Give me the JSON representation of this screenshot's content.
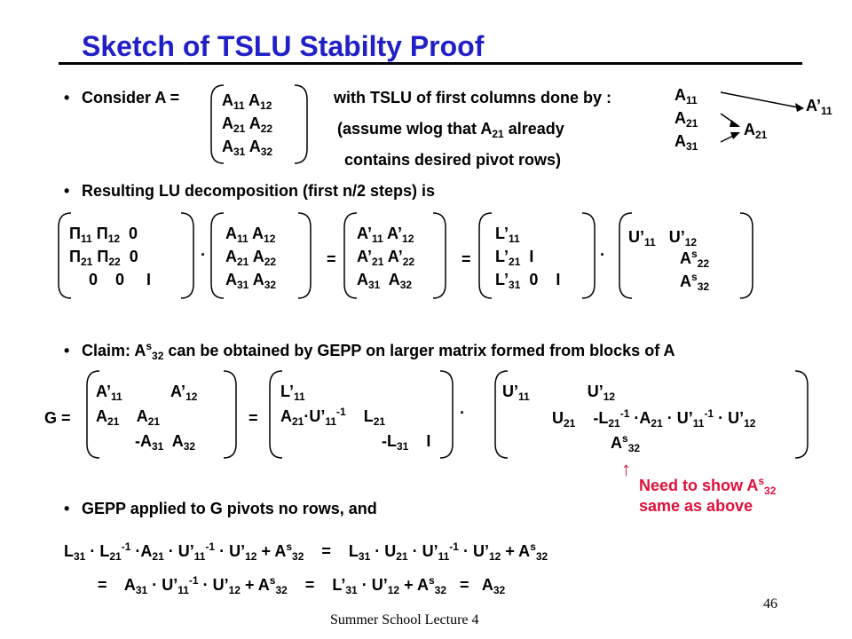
{
  "title": "Sketch of TSLU Stabilty Proof",
  "footer": {
    "left": "Summer School Lecture 4",
    "page": "46"
  },
  "bullets": {
    "b1": "Consider A =",
    "b1_with": "with TSLU of first columns done by :",
    "b1_assume": "(assume wlog that A",
    "b1_assume_sub": "21",
    "b1_assume_rest": " already",
    "b1_contains": "contains desired pivot rows)",
    "b2": "Resulting LU decomposition (first n/2 steps) is",
    "b3_pre": "Claim:   A",
    "b3_sup": "s",
    "b3_sub": "32",
    "b3_rest": " can be obtained by GEPP on larger matrix formed from blocks of A",
    "b4": "GEPP applied to G pivots no rows, and"
  },
  "note": {
    "line1": "Need to show  A",
    "sup": "s",
    "sub": "32",
    "line2": "same as above",
    "arrow": "↑",
    "color": "#e0103a"
  },
  "glyphs": {
    "bullet": "•",
    "dot": "·",
    "eq": "=",
    "G": "G ="
  },
  "colors": {
    "title": "#2020c8",
    "note": "#e0103a"
  }
}
